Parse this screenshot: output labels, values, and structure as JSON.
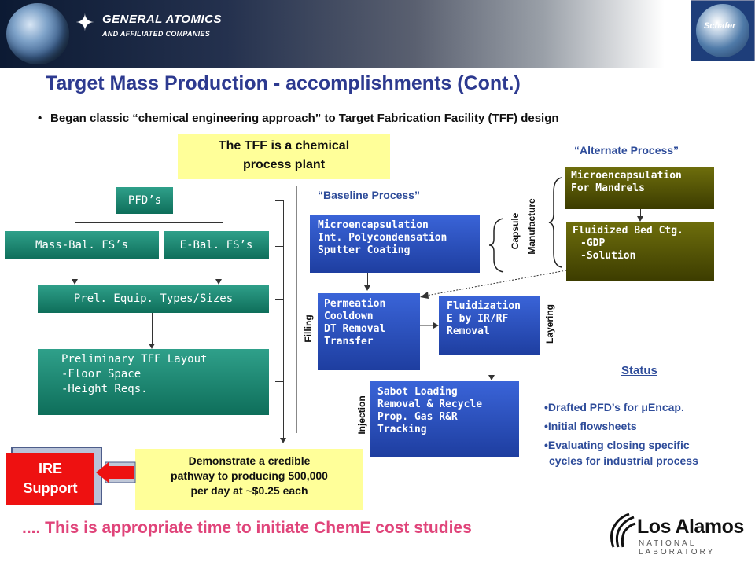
{
  "header": {
    "company_name": "GENERAL ATOMICS",
    "company_sub": "AND AFFILIATED COMPANIES",
    "globe_text": "Schafer"
  },
  "title": "Target Mass Production - accomplishments (Cont.)",
  "bullet": "Began classic “chemical engineering approach” to Target Fabrication Facility (TFF) design",
  "tff_box": {
    "line1": "The TFF is a chemical",
    "line2": "process plant"
  },
  "flow_left": {
    "pfd": "PFD’s",
    "mass_bal": "Mass-Bal. FS’s",
    "e_bal": "E-Bal. FS’s",
    "prel": "Prel. Equip. Types/Sizes",
    "layout": {
      "line1": "Preliminary TFF Layout",
      "line2": "-Floor Space",
      "line3": "-Height Reqs."
    }
  },
  "demo_box": {
    "line1": "Demonstrate a credible",
    "line2": "pathway to producing 500,000",
    "line3": "per day at ~$0.25 each"
  },
  "ire": {
    "line1": "IRE",
    "line2": "Support"
  },
  "baseline_label": "“Baseline Process”",
  "alternate_label": "“Alternate Process”",
  "micro_base": {
    "line1": "Microencapsulation",
    "line2": "Int. Polycondensation",
    "line3": "Sputter Coating"
  },
  "perm": {
    "line1": "Permeation",
    "line2": "Cooldown",
    "line3": "DT Removal",
    "line4": "Transfer"
  },
  "fluid": {
    "line1": "Fluidization",
    "line2": "E by IR/RF",
    "line3": "Removal"
  },
  "sabot": {
    "line1": "Sabot Loading",
    "line2": "Removal & Recycle",
    "line3": "Prop. Gas R&R",
    "line4": "Tracking"
  },
  "micro_alt": {
    "line1": "Microencapsulation",
    "line2": "For Mandrels"
  },
  "fluid_bed": {
    "line1": "Fluidized Bed Ctg.",
    "line2": "-GDP",
    "line3": "-Solution"
  },
  "labels": {
    "capsule": "Capsule",
    "manufacture": "Manufacture",
    "filling": "Filling",
    "layering": "Layering",
    "injection": "Injection"
  },
  "status": {
    "title": "Status",
    "items": [
      "•Drafted PFD’s for μEncap.",
      "•Initial flowsheets",
      "•Evaluating closing specific",
      "cycles for industrial process"
    ]
  },
  "footer": ".... This is appropriate time to initiate ChemE cost studies",
  "los_alamos": {
    "name": "Los Alamos",
    "sub": "NATIONAL LABORATORY"
  },
  "colors": {
    "title": "#2d3a90",
    "footer": "#e0447a",
    "accent_blue": "#2e4c9a"
  }
}
